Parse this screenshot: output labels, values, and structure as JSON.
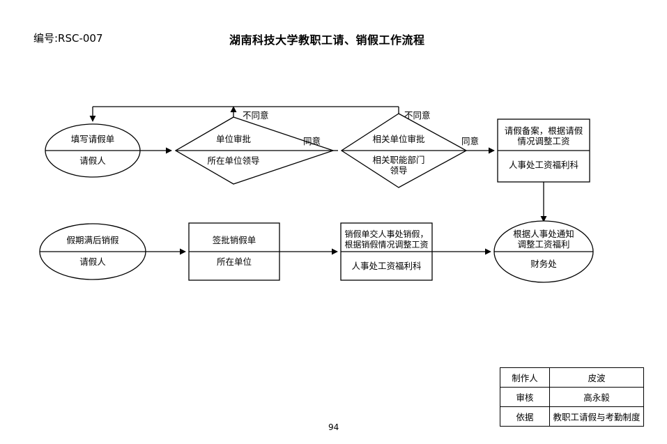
{
  "document": {
    "code": "编号:RSC-007",
    "title": "湖南科技大学教职工请、销假工作流程",
    "page_number": "94"
  },
  "flow": {
    "nodes": [
      {
        "id": "fill-leave-form",
        "shape": "ellipse",
        "top_text": "填写请假单",
        "bottom_text": "请假人"
      },
      {
        "id": "unit-approval",
        "shape": "diamond",
        "top_text": "单位审批",
        "bottom_text": "所在单位领导"
      },
      {
        "id": "related-unit-approval",
        "shape": "diamond",
        "top_text": "相关单位审批",
        "bottom_text": "相关职能部门\n领导"
      },
      {
        "id": "leave-record",
        "shape": "rect",
        "top_text": "请假备案，根据请假\n情况调整工资",
        "bottom_text": "人事处工资福利科"
      },
      {
        "id": "cancel-leave-after-expiry",
        "shape": "ellipse",
        "top_text": "假期满后销假",
        "bottom_text": "请假人"
      },
      {
        "id": "sign-cancel-form",
        "shape": "rect",
        "top_text": "签批销假单",
        "bottom_text": "所在单位"
      },
      {
        "id": "submit-cancel-form",
        "shape": "rect",
        "top_text": "销假单交人事处销假，\n根据销假情况调整工资",
        "bottom_text": "人事处工资福利科"
      },
      {
        "id": "adjust-salary-benefits",
        "shape": "ellipse",
        "top_text": "根据人事处通知\n调整工资福利",
        "bottom_text": "财务处"
      }
    ],
    "edge_labels": [
      {
        "id": "disagree-1",
        "text": "不同意"
      },
      {
        "id": "agree-1",
        "text": "同意"
      },
      {
        "id": "disagree-2",
        "text": "不同意"
      },
      {
        "id": "agree-2",
        "text": "同意"
      }
    ]
  },
  "meta_table": {
    "rows": [
      {
        "label": "制作人",
        "value": "皮波"
      },
      {
        "label": "审核",
        "value": "高永毅"
      },
      {
        "label": "依据",
        "value": "教职工请假与考勤制度"
      }
    ]
  },
  "colors": {
    "stroke": "#000000",
    "background": "#ffffff",
    "text": "#000000"
  }
}
